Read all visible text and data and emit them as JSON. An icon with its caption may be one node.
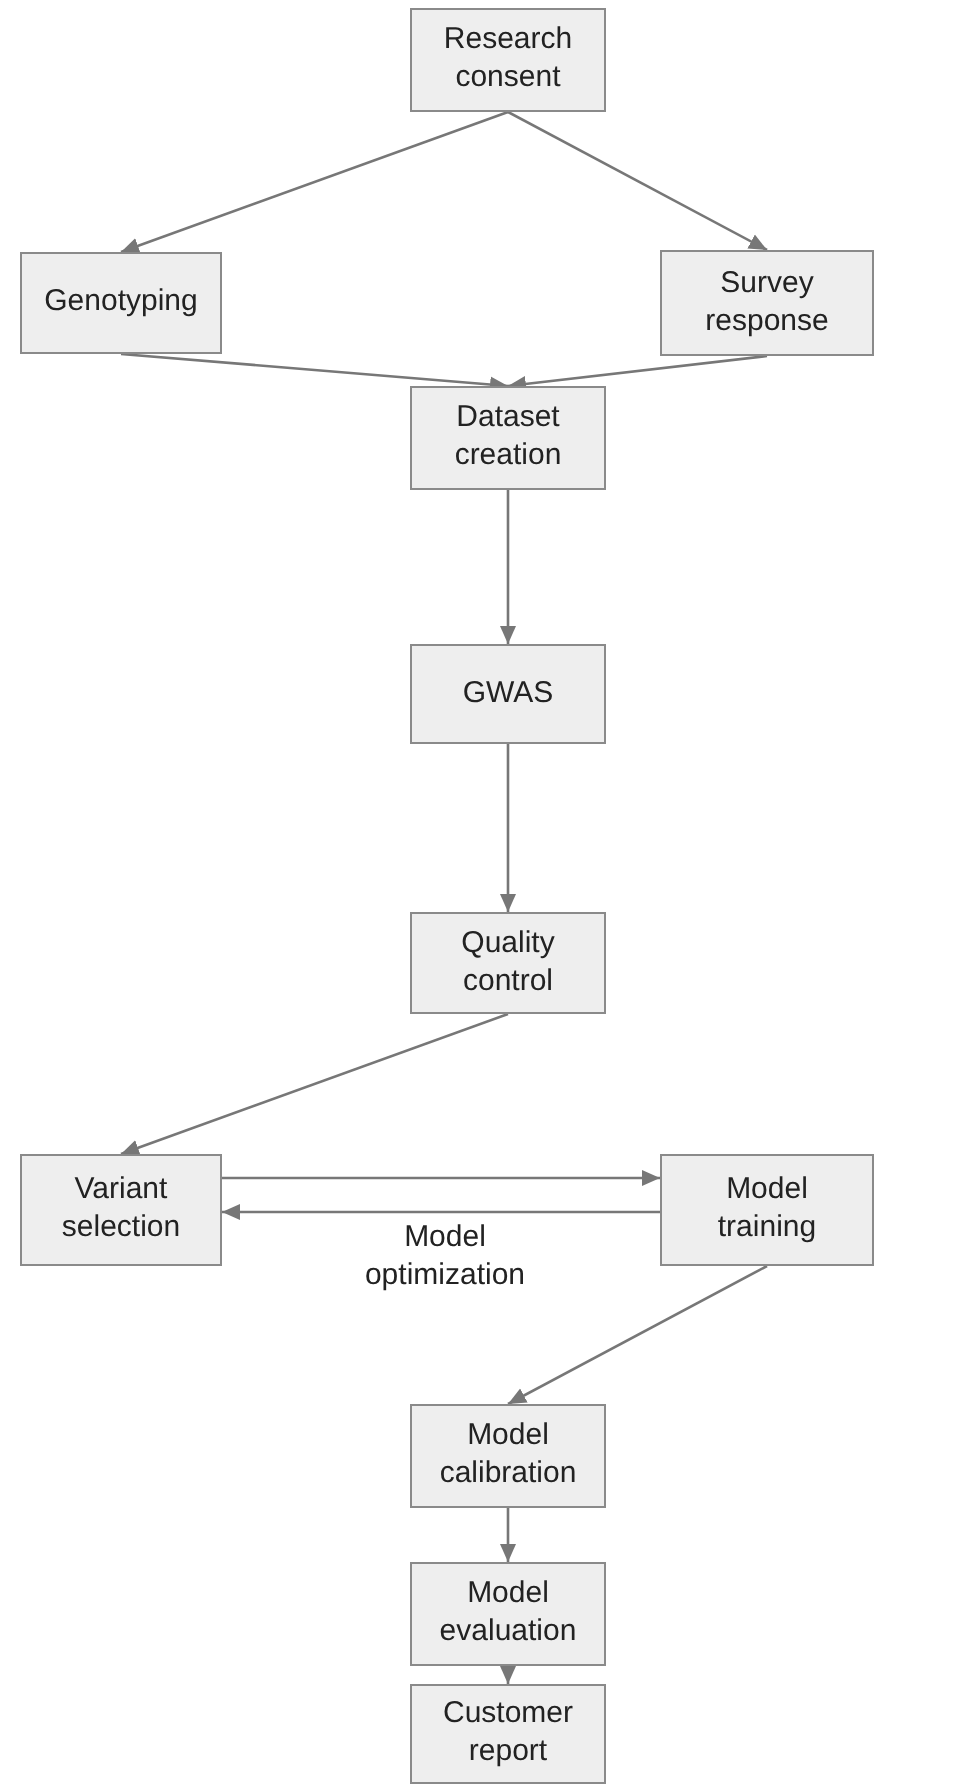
{
  "diagram": {
    "nodes": [
      {
        "text": [
          "Research consent"
        ]
      },
      {
        "text": [
          "Genotyping"
        ]
      },
      {
        "text": [
          "Survey response"
        ]
      },
      {
        "text": [
          "Dataset creation"
        ]
      },
      {
        "text": [
          "GWAS"
        ]
      },
      {
        "text": [
          "Quality control"
        ]
      },
      {
        "text": [
          "Variant selection"
        ]
      },
      {
        "text": [
          "Model training"
        ]
      },
      {
        "text": [
          "Model calibration"
        ]
      },
      {
        "text": [
          "Model evaluation"
        ]
      },
      {
        "text": [
          "Customer report"
        ]
      }
    ],
    "edges": [
      {
        "from": 0,
        "to": 1,
        "arrow": "to"
      },
      {
        "from": 0,
        "to": 2,
        "arrow": "to"
      },
      {
        "from": 1,
        "to": 3,
        "arrow": "to"
      },
      {
        "from": 2,
        "to": 3,
        "arrow": "to"
      },
      {
        "from": 3,
        "to": 4,
        "arrow": "to"
      },
      {
        "from": 4,
        "to": 5,
        "arrow": "to"
      },
      {
        "from": 5,
        "to": 6,
        "arrow": "to"
      },
      {
        "from": 6,
        "to": 7,
        "arrow": "to"
      },
      {
        "from": 7,
        "to": 6,
        "arrow": "to",
        "label": "Model optimization"
      },
      {
        "from": 7,
        "to": 8,
        "arrow": "to"
      },
      {
        "from": 8,
        "to": 9,
        "arrow": "to"
      },
      {
        "from": 9,
        "to": 10,
        "arrow": "to"
      }
    ]
  }
}
